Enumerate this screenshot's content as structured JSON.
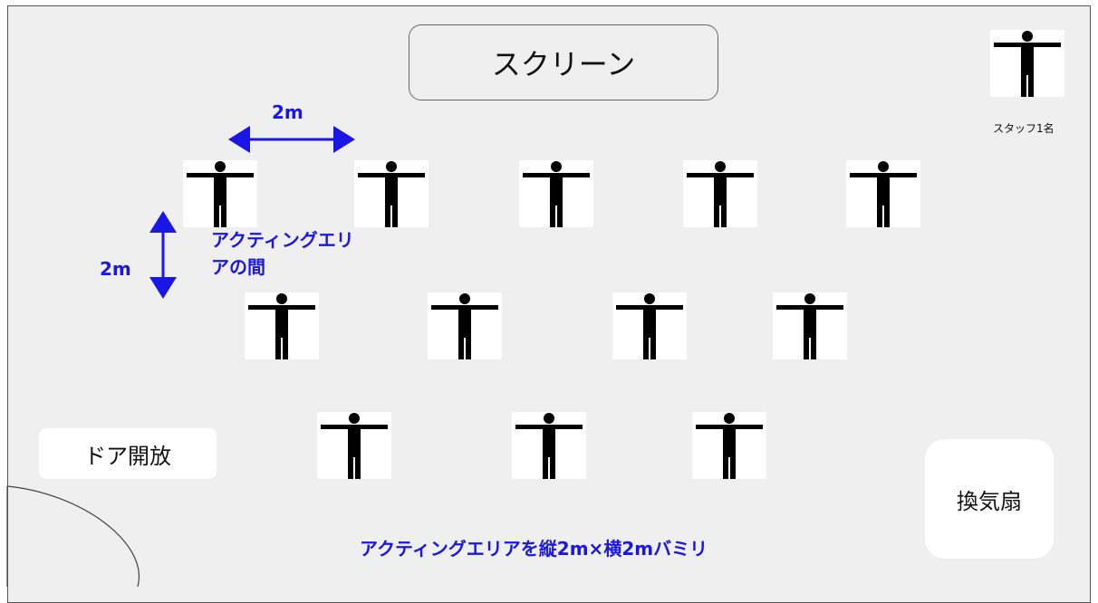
{
  "screen": {
    "label": "スクリーン"
  },
  "door": {
    "label": "ドア開放"
  },
  "fan": {
    "label": "換気扇"
  },
  "staff": {
    "caption": "スタッフ1名"
  },
  "dimensions": {
    "horizontal": "2m",
    "vertical": "2m"
  },
  "area_label": {
    "line1": "アクティングエリ",
    "line2": "アの間"
  },
  "bottom_note": "アクティングエリアを縦2m×横2mバミリ",
  "colors": {
    "annotation": "#1a16e6",
    "room_bg": "#efefef",
    "figure": "#000000"
  },
  "people_rows": [
    {
      "row": 1,
      "count": 5
    },
    {
      "row": 2,
      "count": 4
    },
    {
      "row": 3,
      "count": 3
    }
  ]
}
